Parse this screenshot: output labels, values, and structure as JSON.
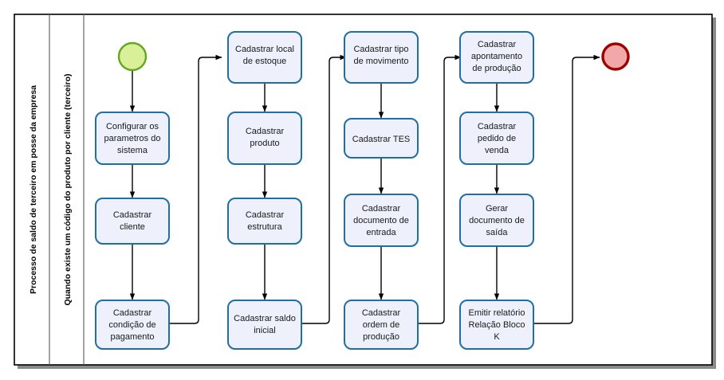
{
  "diagram": {
    "type": "bpmn-flowchart",
    "pool_title": "Processo de saldo de terceiro em posse da empresa",
    "lane_title": "Quando existe um código do produto por cliente (terceiro)",
    "colors": {
      "task_fill": "#eef0fb",
      "task_border": "#1f6ea5",
      "start_fill": "#d9ef9a",
      "start_border": "#63a81b",
      "end_fill": "#f0a8a8",
      "end_border": "#a00000",
      "connector": "#000000",
      "pool_border": "#000000",
      "lane_divider": "#666666"
    },
    "events": {
      "start": "start-event",
      "end": "end-event"
    },
    "columns": [
      {
        "id": "col-1",
        "tasks": [
          {
            "id": "t1",
            "lines": [
              "Configurar os",
              "parametros do",
              "sistema"
            ]
          },
          {
            "id": "t2",
            "lines": [
              "Cadastrar",
              "cliente"
            ]
          },
          {
            "id": "t3",
            "lines": [
              "Cadastrar",
              "condição de",
              "pagamento"
            ]
          }
        ]
      },
      {
        "id": "col-2",
        "tasks": [
          {
            "id": "t4",
            "lines": [
              "Cadastrar local",
              "de estoque"
            ]
          },
          {
            "id": "t5",
            "lines": [
              "Cadastrar",
              "produto"
            ]
          },
          {
            "id": "t6",
            "lines": [
              "Cadastrar",
              "estrutura"
            ]
          },
          {
            "id": "t7",
            "lines": [
              "Cadastrar saldo",
              "inicial"
            ]
          }
        ]
      },
      {
        "id": "col-3",
        "tasks": [
          {
            "id": "t8",
            "lines": [
              "Cadastrar tipo",
              "de movimento"
            ]
          },
          {
            "id": "t9",
            "lines": [
              "Cadastrar TES"
            ]
          },
          {
            "id": "t10",
            "lines": [
              "Cadastrar",
              "documento de",
              "entrada"
            ]
          },
          {
            "id": "t11",
            "lines": [
              "Cadastrar",
              "ordem de",
              "produção"
            ]
          }
        ]
      },
      {
        "id": "col-4",
        "tasks": [
          {
            "id": "t12",
            "lines": [
              "Cadastrar",
              "apontamento",
              "de produção"
            ]
          },
          {
            "id": "t13",
            "lines": [
              "Cadastrar",
              "pedido de",
              "venda"
            ]
          },
          {
            "id": "t14",
            "lines": [
              "Gerar",
              "documento de",
              "saída"
            ]
          },
          {
            "id": "t15",
            "lines": [
              "Emitir relatório",
              "Relação Bloco",
              "K"
            ]
          }
        ]
      }
    ],
    "sequence": [
      "start",
      "t1",
      "t2",
      "t3",
      "t4",
      "t5",
      "t6",
      "t7",
      "t8",
      "t9",
      "t10",
      "t11",
      "t12",
      "t13",
      "t14",
      "t15",
      "end"
    ]
  }
}
